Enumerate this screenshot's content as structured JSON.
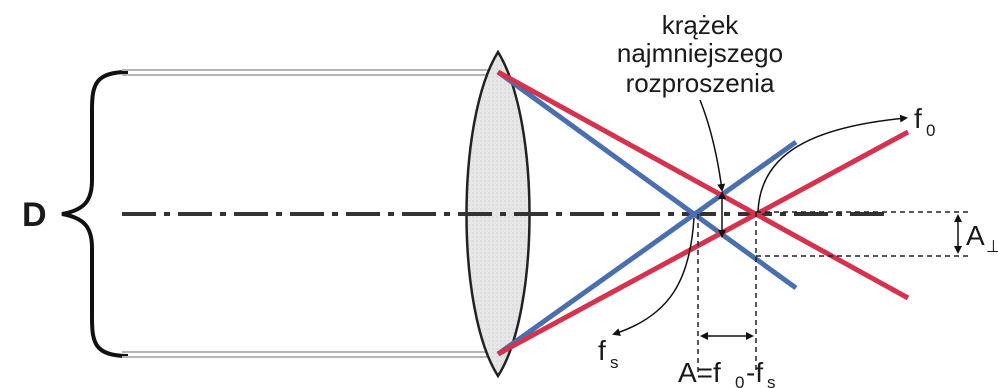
{
  "labels": {
    "diameter": "D",
    "caption_line1": "krążek",
    "caption_line2": "najmniejszego",
    "caption_line3": "rozproszenia",
    "f0_main": "f",
    "f0_sub": "0",
    "fs_main": "f",
    "fs_sub": "s",
    "a_perp_main": "A",
    "a_perp_sub": "⊥",
    "eq_lhs": "A=f",
    "eq_sub1": "0",
    "eq_mid": "-f",
    "eq_sub2": "s"
  },
  "colors": {
    "marginal_rays": "#d6314d",
    "paraxial_rays": "#4a6fb0",
    "axis": "#333333",
    "lens_fill": "#e3e3e3",
    "lens_stroke": "#222222",
    "incoming_rays": "#b5b5b5",
    "annotation": "#111111"
  }
}
